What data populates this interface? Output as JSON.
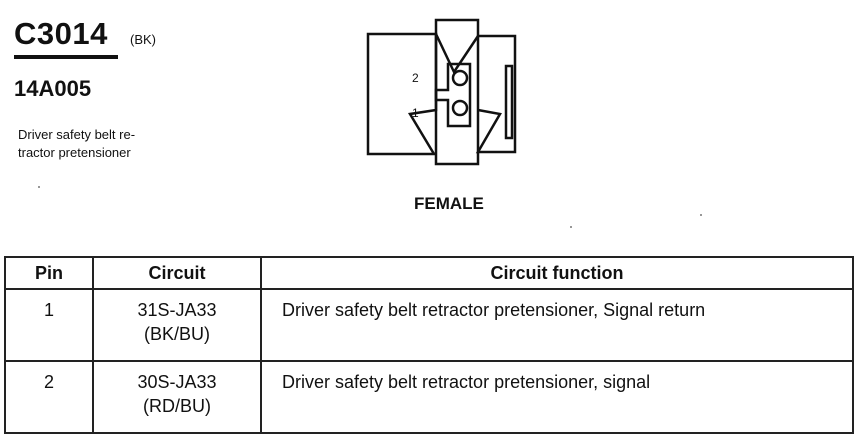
{
  "header": {
    "connector_id": "C3014",
    "connector_color": "(BK)",
    "part_number": "14A005",
    "description_line1": "Driver safety belt re-",
    "description_line2": "tractor pretensioner"
  },
  "diagram": {
    "pin_label_2": "2",
    "pin_label_1": "1",
    "view_label": "FEMALE"
  },
  "table": {
    "headers": [
      "Pin",
      "Circuit",
      "Circuit function"
    ],
    "rows": [
      {
        "pin": "1",
        "circuit": "31S-JA33",
        "wire_color": "(BK/BU)",
        "function": "Driver safety belt retractor pretensioner, Signal return"
      },
      {
        "pin": "2",
        "circuit": "30S-JA33",
        "wire_color": "(RD/BU)",
        "function": "Driver safety belt retractor pretensioner, signal"
      }
    ]
  }
}
